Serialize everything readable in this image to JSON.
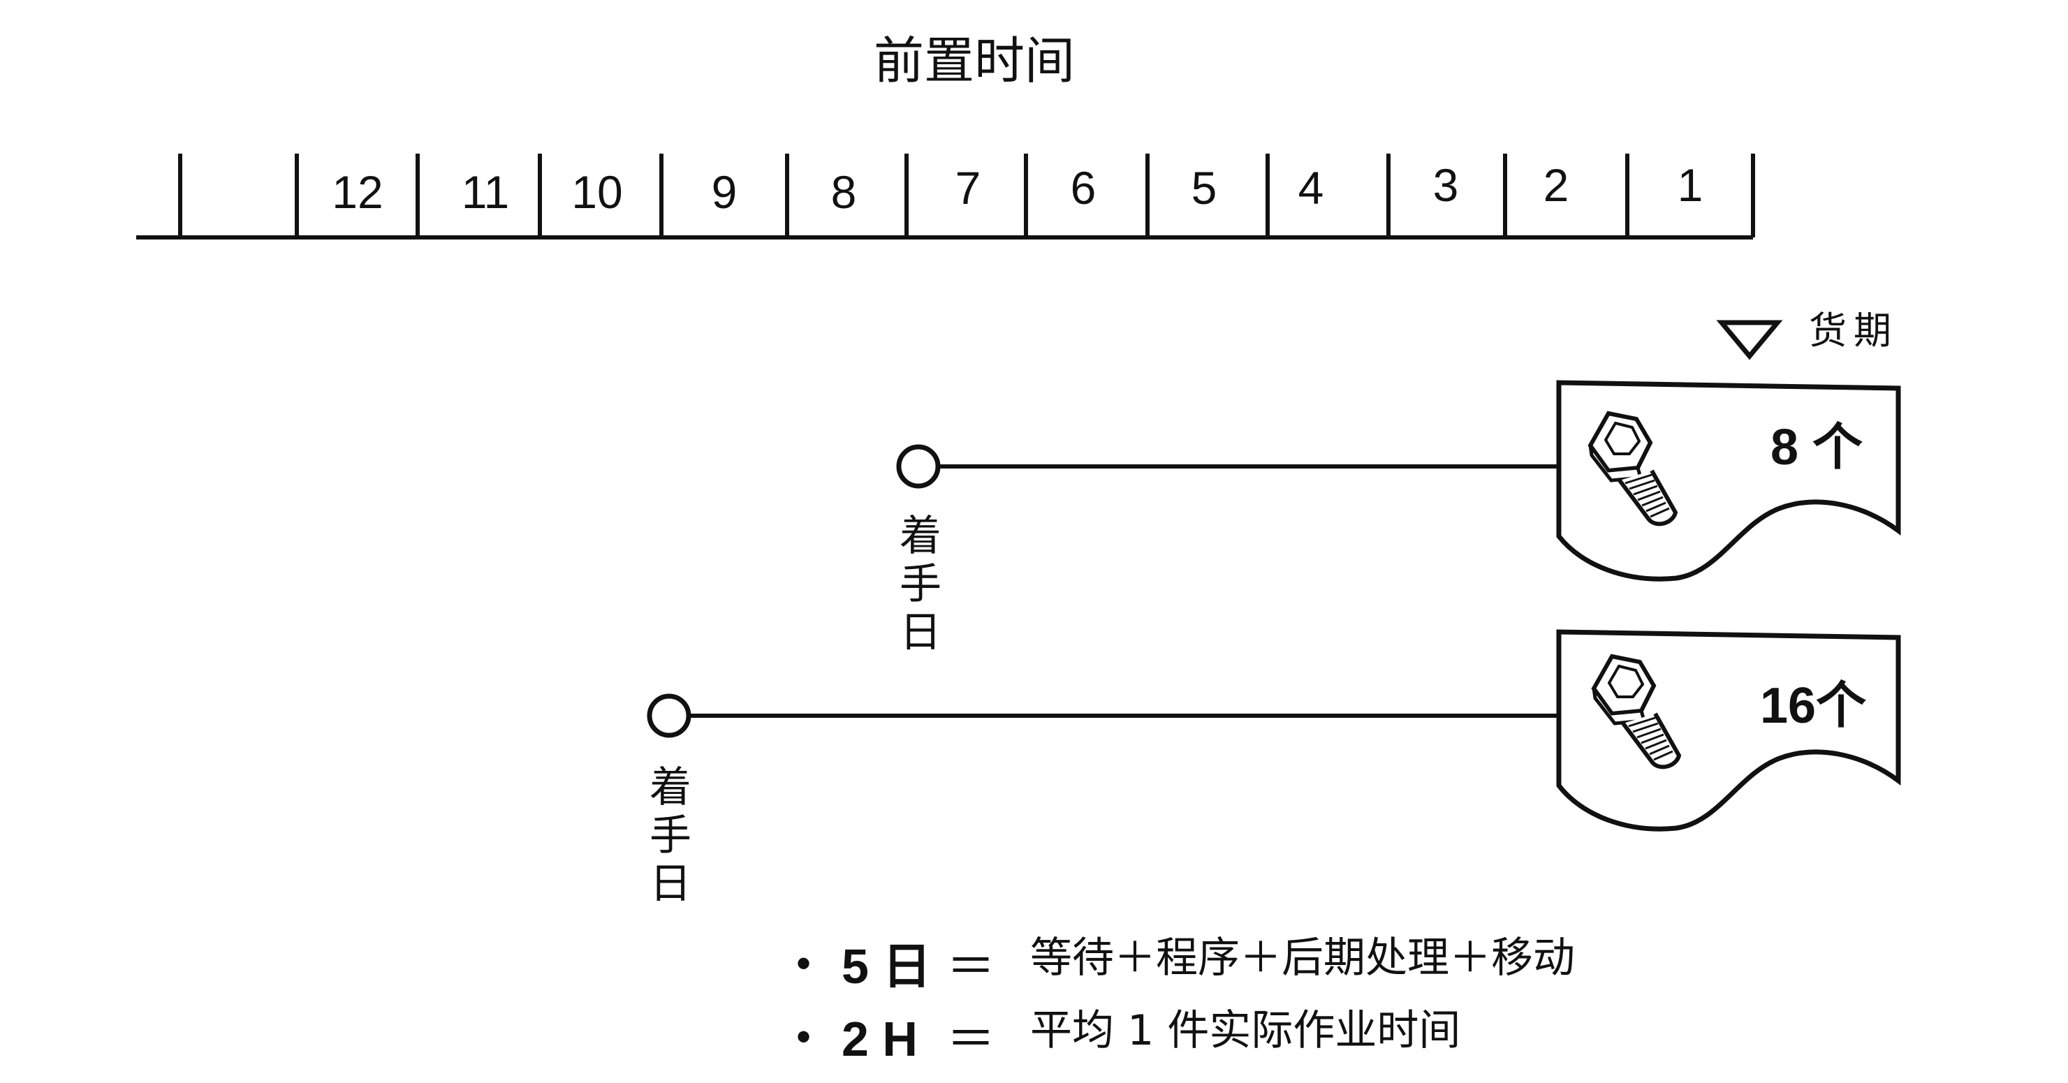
{
  "title": "前置时间",
  "timeline": {
    "ticks": [
      "12",
      "11",
      "10",
      "9",
      "8",
      "7",
      "6",
      "5",
      "4",
      "3",
      "2",
      "1"
    ]
  },
  "delivery_label": "货期",
  "start_label_chars": [
    "着",
    "手",
    "日"
  ],
  "lots": [
    {
      "quantity_label": "8 个",
      "start_column": "7",
      "icon": "bolt-icon"
    },
    {
      "quantity_label": "16个",
      "start_column": "9",
      "icon": "bolt-icon"
    }
  ],
  "notes": [
    {
      "bullet": "•",
      "key": "5 日",
      "eq": "＝",
      "text": "等待＋程序＋后期处理＋移动"
    },
    {
      "bullet": "•",
      "key": "2 H",
      "eq": "＝",
      "text": "平均 1 件实际作业时间"
    }
  ],
  "colors": {
    "ink": "#111111",
    "background": "#ffffff"
  }
}
